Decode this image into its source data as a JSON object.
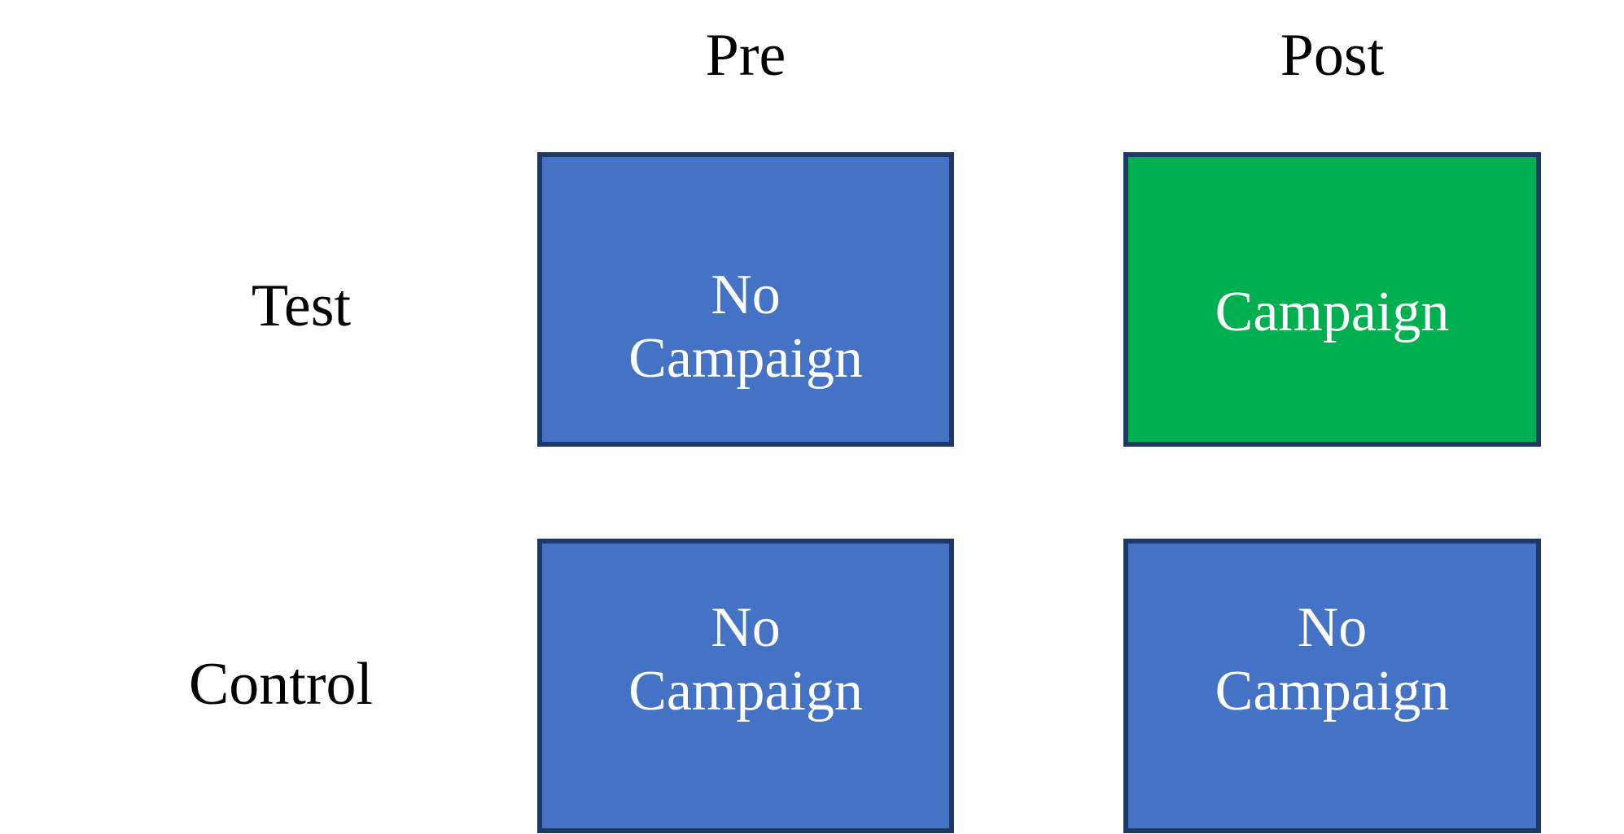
{
  "diagram": {
    "type": "2x2-matrix",
    "background_color": "#FFFFFF",
    "column_headers": [
      {
        "id": "pre",
        "label": "Pre"
      },
      {
        "id": "post",
        "label": "Post"
      }
    ],
    "row_headers": [
      {
        "id": "test",
        "label": "Test"
      },
      {
        "id": "control",
        "label": "Control"
      }
    ],
    "colors": {
      "blue_fill": "#4472C4",
      "green_fill": "#00B050",
      "border": "#1F3864",
      "cell_text": "#FFFFFF",
      "header_text": "#000000"
    },
    "cells": [
      {
        "id": "test-pre",
        "row": "Test",
        "column": "Pre",
        "label": "No\nCampaign",
        "fill": "#4472C4",
        "state": "no-campaign"
      },
      {
        "id": "test-post",
        "row": "Test",
        "column": "Post",
        "label": "Campaign",
        "fill": "#00B050",
        "state": "campaign"
      },
      {
        "id": "control-pre",
        "row": "Control",
        "column": "Pre",
        "label": "No\nCampaign",
        "fill": "#4472C4",
        "state": "no-campaign"
      },
      {
        "id": "control-post",
        "row": "Control",
        "column": "Post",
        "label": "No\nCampaign",
        "fill": "#4472C4",
        "state": "no-campaign"
      }
    ]
  }
}
